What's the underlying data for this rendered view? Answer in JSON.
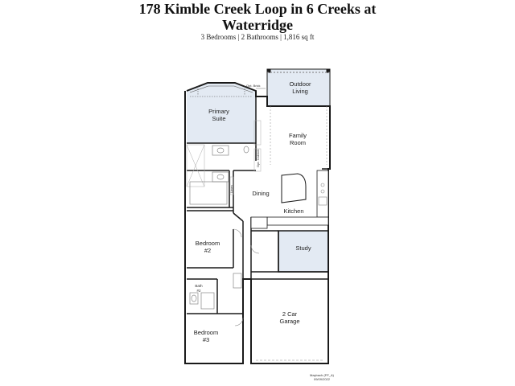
{
  "header": {
    "title_line1": "178 Kimble Creek Loop in 6 Creeks at",
    "title_line2": "Waterridge",
    "subtitle": "3 Bedrooms | 2 Bathrooms | 1,816 sq ft"
  },
  "rooms": {
    "outdoor_living_1": "Outdoor",
    "outdoor_living_2": "Living",
    "primary_suite_1": "Primary",
    "primary_suite_2": "Suite",
    "family_room_1": "Family",
    "family_room_2": "Room",
    "dining": "Dining",
    "kitchen": "Kitchen",
    "study": "Study",
    "bedroom2_1": "Bedroom",
    "bedroom2_2": "#2",
    "bath2_1": "Bath",
    "bath2_2": "#2",
    "garage_1": "2 Car",
    "garage_2": "Garage",
    "bedroom3_1": "Bedroom",
    "bedroom3_2": "#3"
  },
  "notes": {
    "opt_brick": "Opt. Brick",
    "opt_cabinet": "Opt. Cabinet",
    "linen": "Linen",
    "plan_code": "Maybach (FP_A)",
    "plan_date": "09/09/2022"
  },
  "colors": {
    "wall": "#1a1a1a",
    "shaded_room": "#e3eaf3",
    "fixture": "#9a9a9a"
  }
}
